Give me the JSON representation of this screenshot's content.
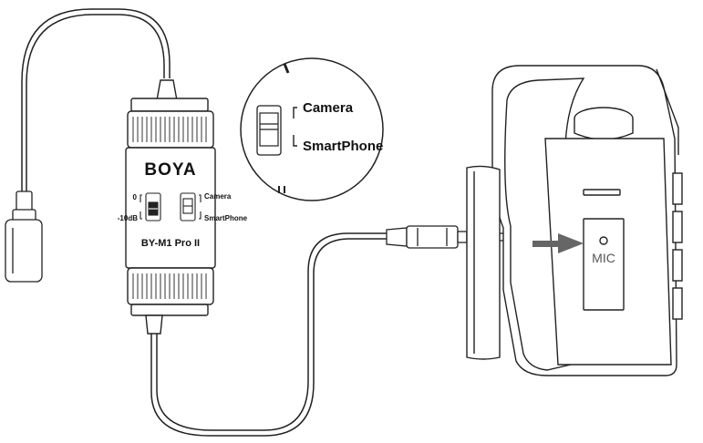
{
  "device": {
    "brand": "BOYA",
    "model": "BY-M1 Pro II",
    "gain_labels": [
      "0",
      "-10dB"
    ],
    "mode_labels": [
      "Camera",
      "SmartPhone"
    ]
  },
  "zoom_inset": {
    "mode_labels": [
      "Camera",
      "SmartPhone"
    ]
  },
  "camera": {
    "port_label": "MIC"
  },
  "colors": {
    "line": "#222222",
    "arrow": "#666666",
    "background": "#ffffff"
  }
}
